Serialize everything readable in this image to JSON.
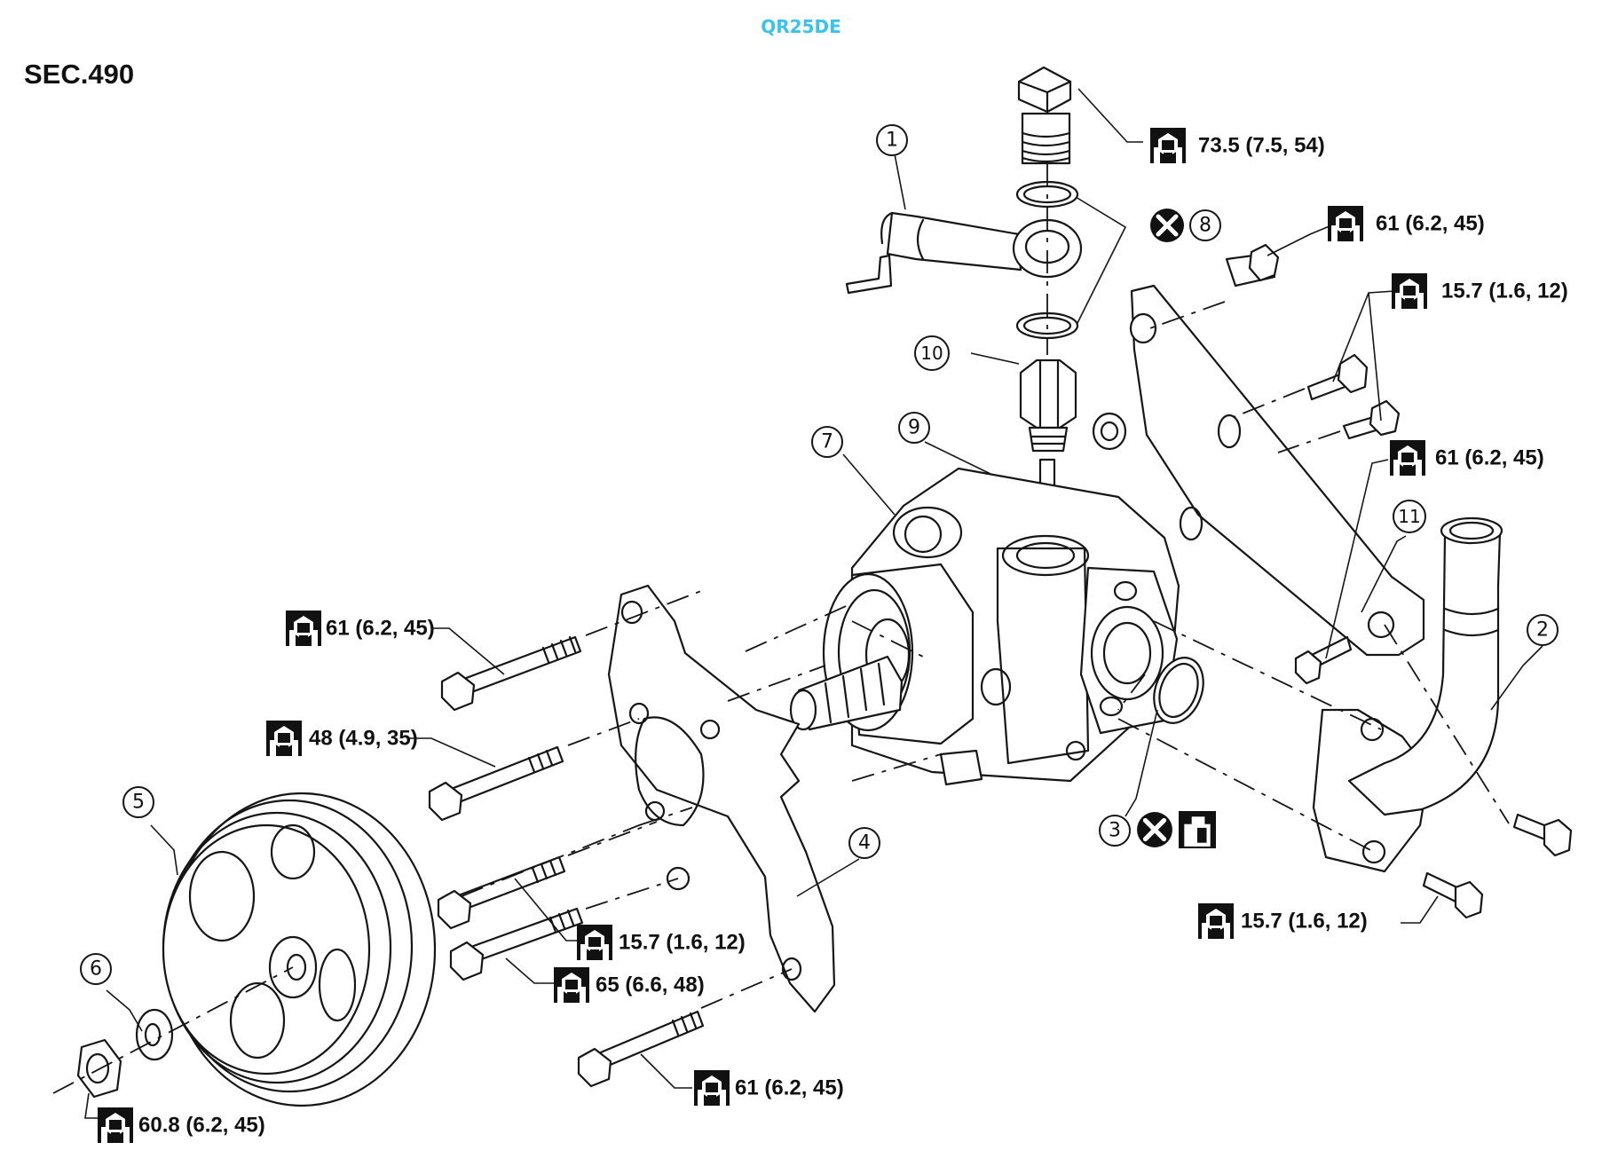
{
  "header": {
    "engine_code": "QR25DE",
    "section": "SEC.490"
  },
  "colors": {
    "title_accent": "#38c3f0",
    "line_art": "#151515",
    "background": "#ffffff"
  },
  "icons": {
    "torque": "torque-wrench-icon",
    "replace": "do-not-reuse-icon",
    "fluid": "fluid-apply-icon"
  },
  "part_callouts": [
    "1",
    "2",
    "3",
    "4",
    "5",
    "6",
    "7",
    "8",
    "9",
    "10",
    "11"
  ],
  "torque_labels": [
    "73.5 (7.5, 54)",
    "61 (6.2, 45)",
    "15.7 (1.6, 12)",
    "61 (6.2, 45)",
    "61 (6.2, 45)",
    "48 (4.9, 35)",
    "15.7 (1.6, 12)",
    "65 (6.6, 48)",
    "15.7 (1.6, 12)",
    "61 (6.2, 45)",
    "60.8 (6.2, 45)"
  ]
}
